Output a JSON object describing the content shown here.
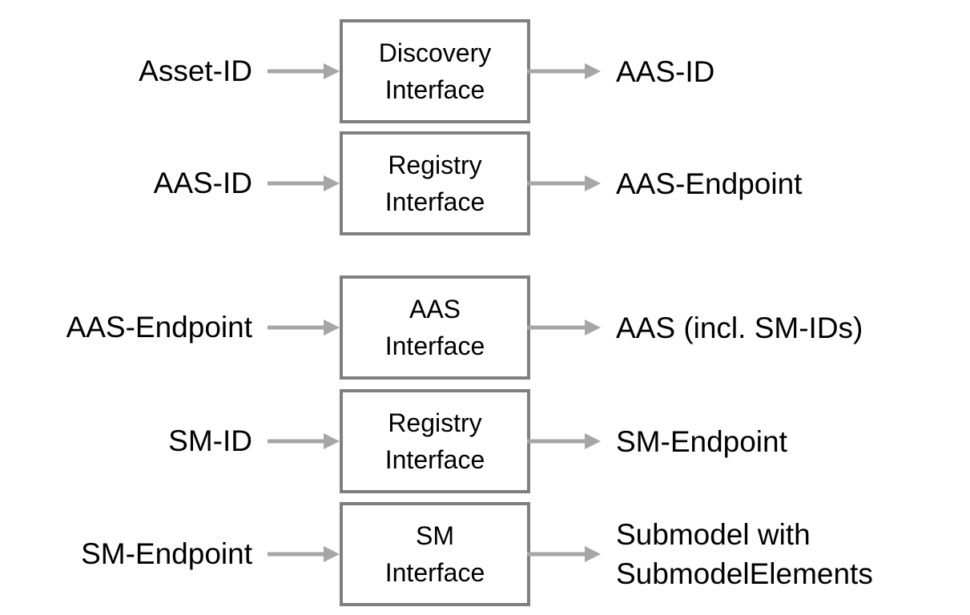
{
  "rows": [
    {
      "input": "Asset-ID",
      "interface": [
        "Discovery",
        "Interface"
      ],
      "output": "AAS-ID"
    },
    {
      "input": "AAS-ID",
      "interface": [
        "Registry",
        "Interface"
      ],
      "output": "AAS-Endpoint"
    },
    {
      "input": "AAS-Endpoint",
      "interface": [
        "AAS",
        "Interface"
      ],
      "output": "AAS (incl. SM-IDs)"
    },
    {
      "input": "SM-ID",
      "interface": [
        "Registry",
        "Interface"
      ],
      "output": "SM-Endpoint"
    },
    {
      "input": "SM-Endpoint",
      "interface": [
        "SM",
        "Interface"
      ],
      "output": "Submodel with\nSubmodelElements"
    }
  ],
  "colors": {
    "box_border": "#7f7f7f",
    "arrow": "#a6a6a6",
    "text": "#000000"
  }
}
